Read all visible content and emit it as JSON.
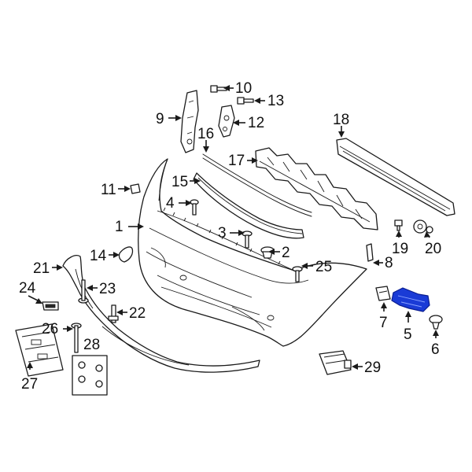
{
  "diagram": {
    "highlight_color": "#1a3bd6",
    "callouts": [
      {
        "id": "1",
        "label": "1"
      },
      {
        "id": "2",
        "label": "2"
      },
      {
        "id": "3",
        "label": "3"
      },
      {
        "id": "4",
        "label": "4"
      },
      {
        "id": "5",
        "label": "5",
        "highlighted": true
      },
      {
        "id": "6",
        "label": "6"
      },
      {
        "id": "7",
        "label": "7"
      },
      {
        "id": "8",
        "label": "8"
      },
      {
        "id": "9",
        "label": "9"
      },
      {
        "id": "10",
        "label": "10"
      },
      {
        "id": "11",
        "label": "11"
      },
      {
        "id": "12",
        "label": "12"
      },
      {
        "id": "13",
        "label": "13"
      },
      {
        "id": "14",
        "label": "14"
      },
      {
        "id": "15",
        "label": "15"
      },
      {
        "id": "16",
        "label": "16"
      },
      {
        "id": "17",
        "label": "17"
      },
      {
        "id": "18",
        "label": "18"
      },
      {
        "id": "19",
        "label": "19"
      },
      {
        "id": "20",
        "label": "20"
      },
      {
        "id": "21",
        "label": "21"
      },
      {
        "id": "22",
        "label": "22"
      },
      {
        "id": "23",
        "label": "23"
      },
      {
        "id": "24",
        "label": "24"
      },
      {
        "id": "25",
        "label": "25"
      },
      {
        "id": "26",
        "label": "26"
      },
      {
        "id": "27",
        "label": "27"
      },
      {
        "id": "28",
        "label": "28"
      },
      {
        "id": "29",
        "label": "29"
      }
    ]
  }
}
